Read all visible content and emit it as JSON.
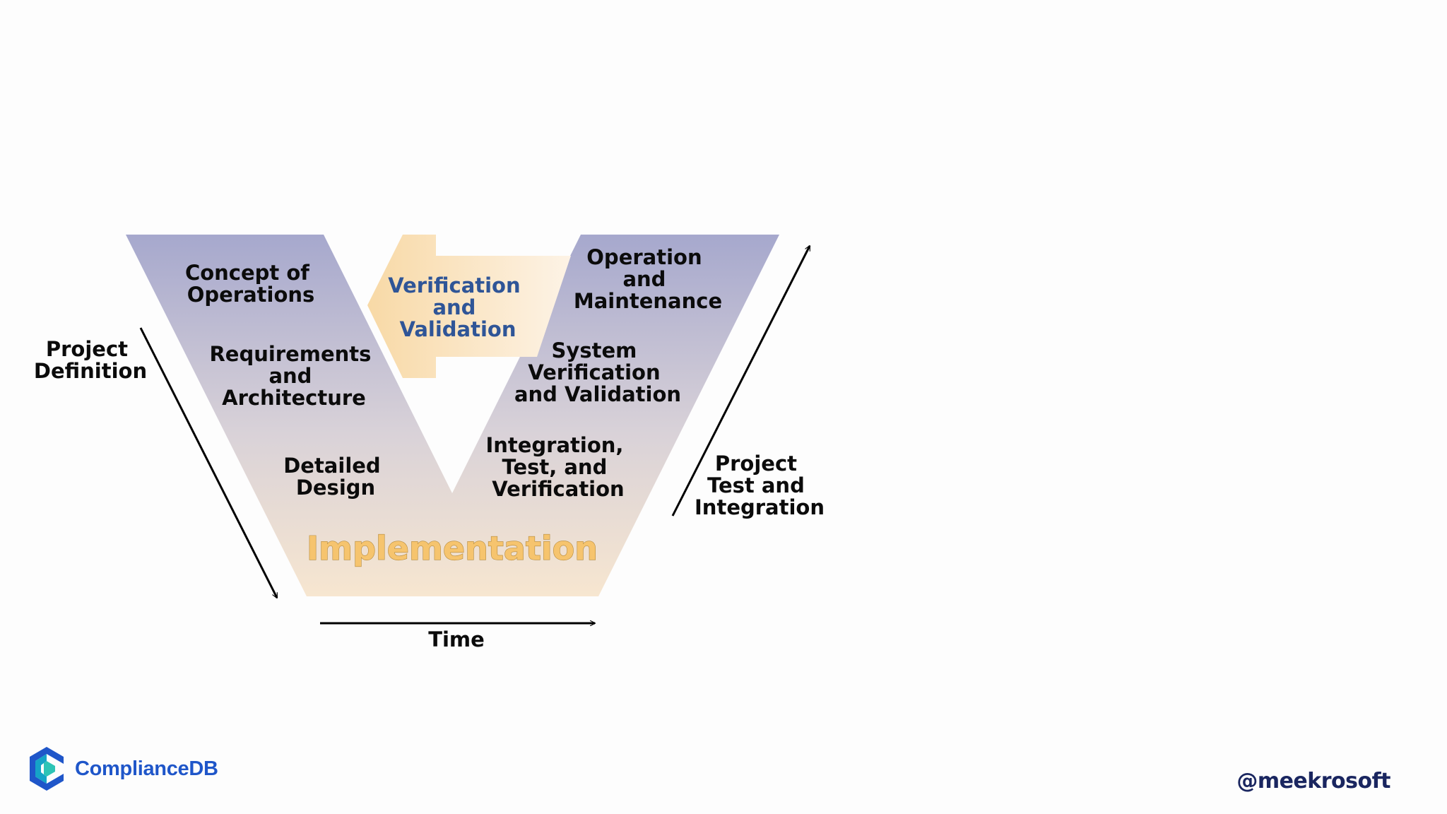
{
  "diagram": {
    "left_phases": {
      "concept": [
        "Concept of",
        "Operations"
      ],
      "requirements": [
        "Requirements",
        "and",
        "Architecture"
      ],
      "detailed_design": [
        "Detailed",
        "Design"
      ]
    },
    "implementation": "Implementation",
    "right_phases": {
      "integration": [
        "Integration,",
        "Test, and",
        "Verification"
      ],
      "system": [
        "System",
        "Verification",
        "and Validation"
      ],
      "operation": [
        "Operation",
        "and",
        "Maintenance"
      ]
    },
    "center_arrow": [
      "Verification",
      "and",
      "Validation"
    ],
    "axis_labels": {
      "project_definition": [
        "Project",
        "Definition"
      ],
      "project_test": [
        "Project",
        "Test and",
        "Integration"
      ],
      "time": "Time"
    }
  },
  "branding": {
    "logo_text": "ComplianceDB",
    "handle": "@meekrosoft"
  },
  "colors": {
    "v_top": "#a6a8cd",
    "v_bottom": "#f7e6d0",
    "arrow_fill": "#fbe3bc",
    "vv_text": "#2f5597",
    "implementation_text": "#f6c46e",
    "brand_blue": "#1f56c9",
    "handle_color": "#1a2660"
  }
}
